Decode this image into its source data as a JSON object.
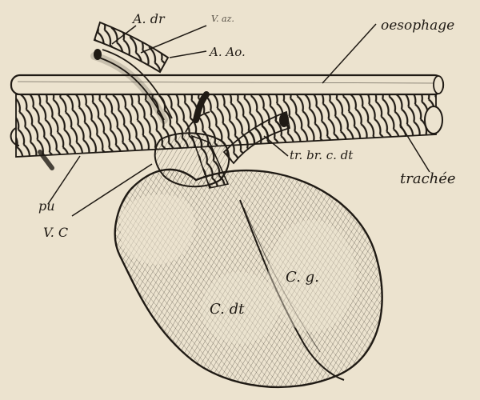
{
  "labels": {
    "a_dr": "A. dr",
    "v_az": "V. az.",
    "a_ao": "A. Ao.",
    "oesophage": "oesophage",
    "tr_br_c_dt": "tr. br. c. dt",
    "trachee": "trachée",
    "pu": "pu",
    "v_c": "V. C",
    "c_g": "C. g.",
    "c_dt": "C. dt"
  },
  "colors": {
    "paper": "#ece3cf",
    "ink": "#1f1a14",
    "shade": "#6b5f4f"
  }
}
